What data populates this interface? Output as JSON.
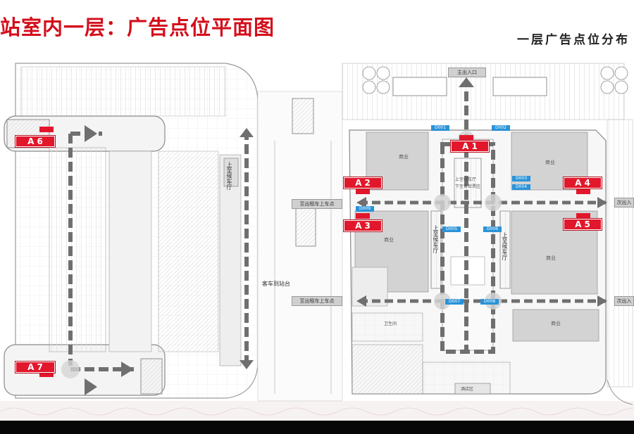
{
  "title": "站室内一层：广告点位平面图",
  "subtitle": "一层广告点位分布",
  "ad_spots": {
    "a1": "A 1",
    "a2": "A 2",
    "a3": "A 3",
    "a4": "A 4",
    "a5": "A 5",
    "a6": "A 6",
    "a7": "A 7"
  },
  "blue_codes": {
    "b1": "D001",
    "b2": "D002",
    "b3": "D003",
    "b4": "D004",
    "b5": "D005",
    "b6": "D006",
    "b7": "D007",
    "b8": "D008",
    "b9": "D009"
  },
  "labels": {
    "main_exit": "主出入口",
    "pickup_upper": "至出租车上车点",
    "pickup_lower": "至出租车上车点",
    "bus_platform": "客车到站台",
    "secondary_exit_top": "次出入",
    "secondary_exit_bottom": "次出入",
    "commerce_1": "商业",
    "commerce_2": "商业",
    "commerce_3": "商业",
    "commerce_4": "商业",
    "commerce_5": "商业",
    "ticket_hall": "上至候车厅",
    "ticket_hall_sub": "下至售检票区",
    "waiting_left": "上至候车厅",
    "waiting_right": "上至候车厅",
    "hotel": "酒店区",
    "toilet": "卫生间",
    "left_stair": "上至候车厅"
  },
  "colors": {
    "accent_red": "#e2172b",
    "title_red": "#d40e1c",
    "code_blue": "#2a93d8",
    "path_gray": "#6f6f6f"
  }
}
